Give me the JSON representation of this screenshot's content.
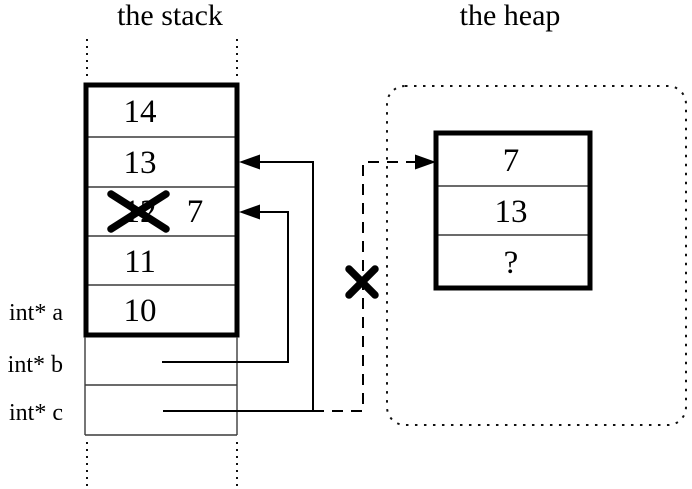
{
  "diagram": {
    "description": "stack and heap pointer diagram",
    "ink_color": "#000000",
    "background_color": "#ffffff"
  },
  "stack": {
    "title": "the stack",
    "frame_cells": [
      "14",
      "13",
      "12",
      "11",
      "10"
    ],
    "overwrite": {
      "crossed_value": "12",
      "new_value": "7"
    },
    "variables": [
      {
        "label": "int* a"
      },
      {
        "label": "int* b"
      },
      {
        "label": "int* c"
      }
    ]
  },
  "heap": {
    "title": "the heap",
    "block_cells": [
      "7",
      "13",
      "?"
    ]
  }
}
